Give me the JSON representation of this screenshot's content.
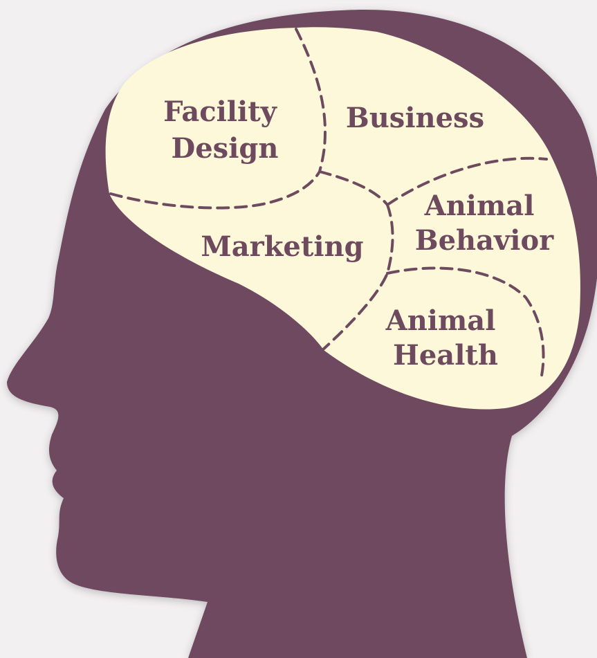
{
  "colors": {
    "background": "#f3f0f1",
    "head": "#6e4a5e",
    "brain": "#fdf8d9",
    "text": "#6e4a5e"
  },
  "regions": [
    {
      "id": "facility-design",
      "lines": [
        "Facility",
        "Design"
      ]
    },
    {
      "id": "business",
      "lines": [
        "Business"
      ]
    },
    {
      "id": "marketing",
      "lines": [
        "Marketing"
      ]
    },
    {
      "id": "animal-behavior",
      "lines": [
        "Animal",
        "Behavior"
      ]
    },
    {
      "id": "animal-health",
      "lines": [
        "Animal",
        "Health"
      ]
    }
  ]
}
